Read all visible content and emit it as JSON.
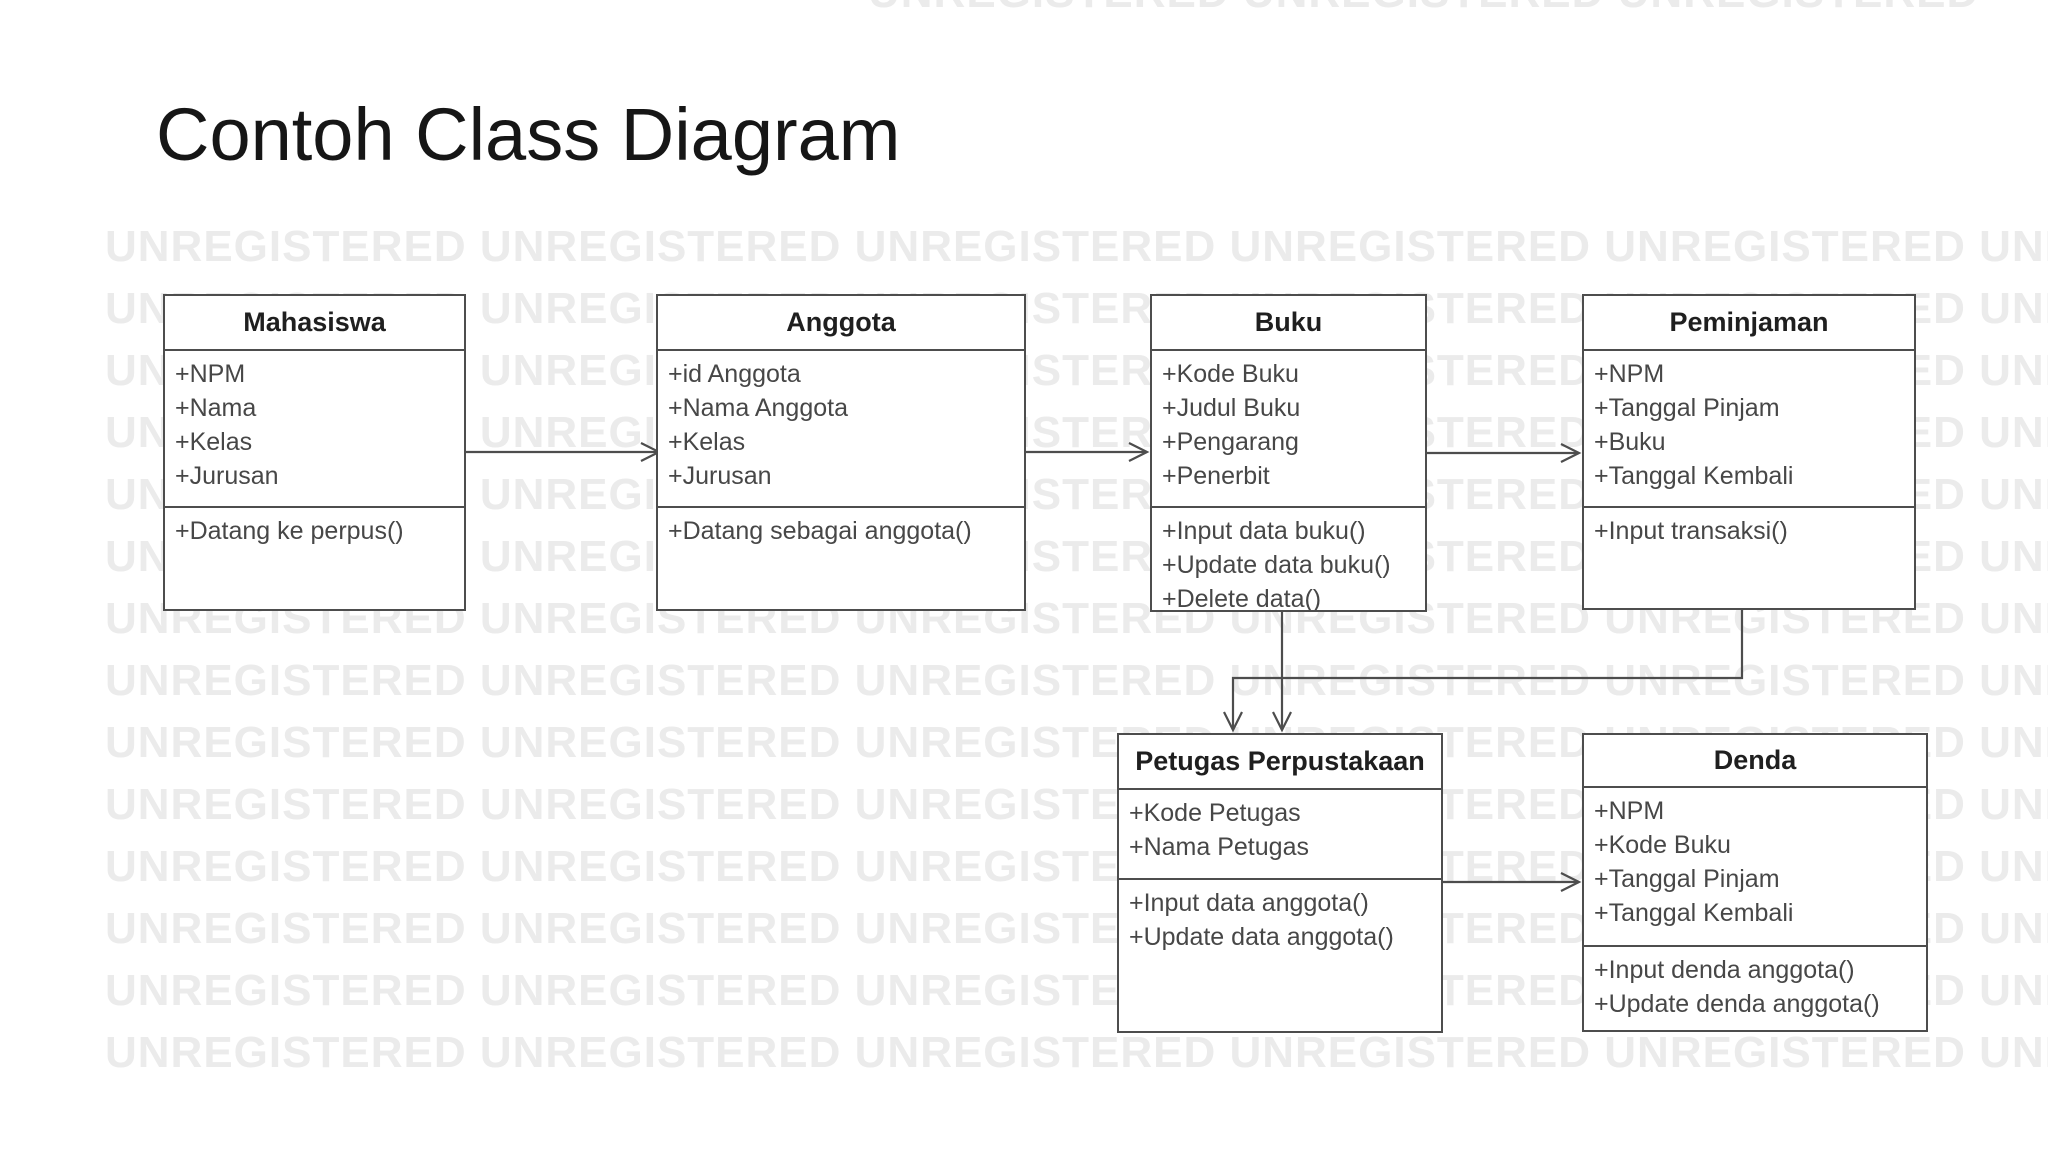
{
  "page": {
    "title": "Contoh Class Diagram",
    "background": "#ffffff"
  },
  "watermark": {
    "text": "UNREGISTERED",
    "color": "#ebebeb"
  },
  "colors": {
    "box_border": "#4d4d4d",
    "box_background": "#ffffff",
    "member_text": "#474747",
    "title_text": "#1f1f1f",
    "arrow": "#4d4d4d"
  },
  "classes": [
    {
      "name": "Mahasiswa",
      "attributes": [
        "+NPM",
        "+Nama",
        "+Kelas",
        "+Jurusan"
      ],
      "methods": [
        "+Datang ke perpus()"
      ]
    },
    {
      "name": "Anggota",
      "attributes": [
        "+id Anggota",
        "+Nama Anggota",
        "+Kelas",
        "+Jurusan"
      ],
      "methods": [
        "+Datang sebagai anggota()"
      ]
    },
    {
      "name": "Buku",
      "attributes": [
        "+Kode Buku",
        "+Judul Buku",
        "+Pengarang",
        "+Penerbit"
      ],
      "methods": [
        "+Input data buku()",
        "+Update data buku()",
        "+Delete data()"
      ]
    },
    {
      "name": "Peminjaman",
      "attributes": [
        "+NPM",
        "+Tanggal Pinjam",
        "+Buku",
        "+Tanggal Kembali"
      ],
      "methods": [
        "+Input transaksi()"
      ]
    },
    {
      "name": "Petugas Perpustakaan",
      "attributes": [
        "+Kode Petugas",
        "+Nama Petugas"
      ],
      "methods": [
        "+Input data anggota()",
        "+Update data anggota()"
      ]
    },
    {
      "name": "Denda",
      "attributes": [
        "+NPM",
        "+Kode Buku",
        "+Tanggal Pinjam",
        "+Tanggal Kembali"
      ],
      "methods": [
        "+Input denda anggota()",
        "+Update denda anggota()"
      ]
    }
  ],
  "relations": [
    {
      "from": "Mahasiswa",
      "to": "Anggota"
    },
    {
      "from": "Anggota",
      "to": "Buku"
    },
    {
      "from": "Buku",
      "to": "Peminjaman"
    },
    {
      "from": "Buku",
      "to": "Petugas Perpustakaan"
    },
    {
      "from": "Peminjaman",
      "to": "Petugas Perpustakaan"
    },
    {
      "from": "Petugas Perpustakaan",
      "to": "Denda"
    }
  ]
}
